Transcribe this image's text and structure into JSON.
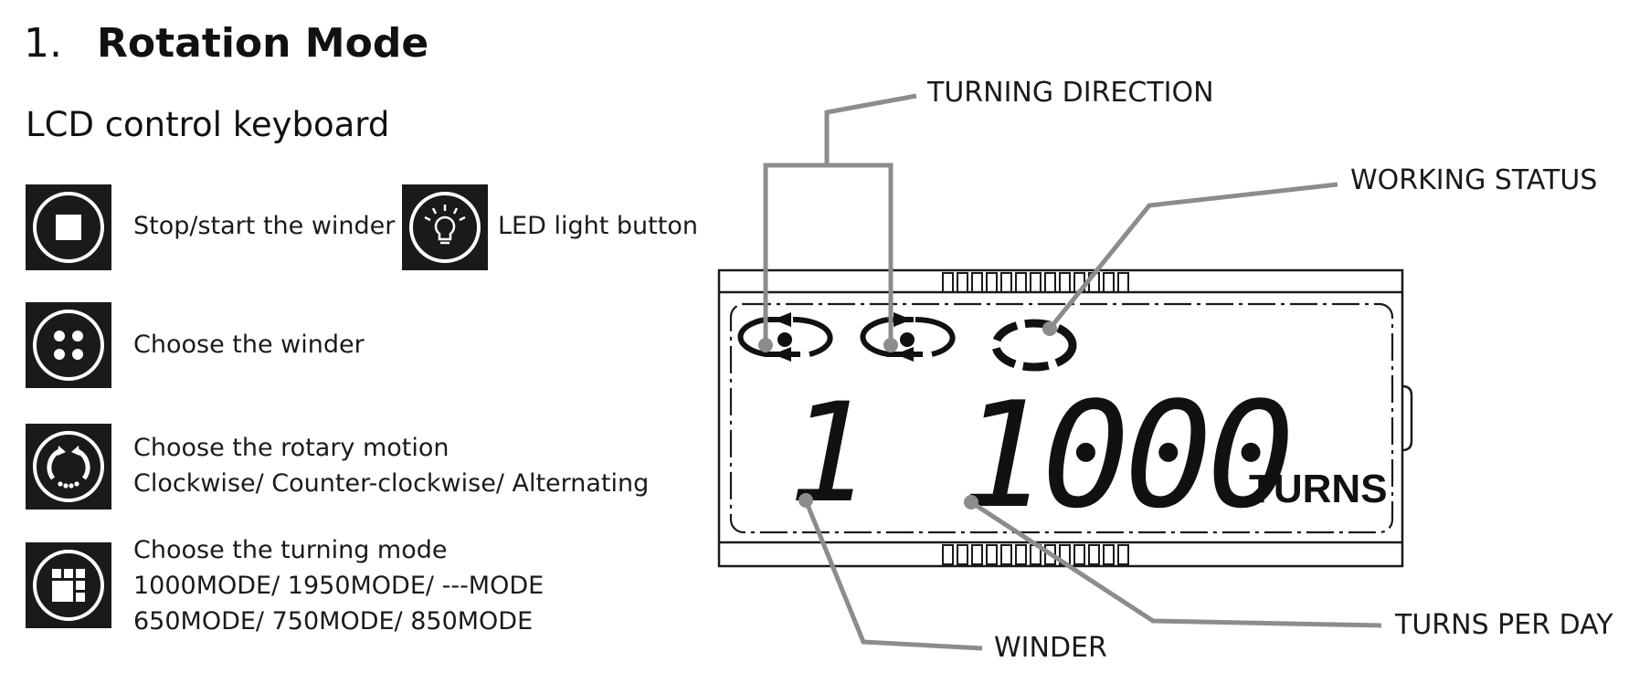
{
  "heading": {
    "number": "1.",
    "title": "Rotation Mode"
  },
  "subheading": "LCD control keyboard",
  "keys": [
    {
      "icon": "stop-icon",
      "lines": [
        "Stop/start the winder"
      ]
    },
    {
      "icon": "led-light-icon",
      "lines": [
        "LED light button"
      ]
    },
    {
      "icon": "four-dots-icon",
      "lines": [
        "Choose the winder"
      ]
    },
    {
      "icon": "rotation-icon",
      "lines": [
        "Choose the rotary motion",
        "Clockwise/ Counter-clockwise/ Alternating"
      ]
    },
    {
      "icon": "grid-icon",
      "lines": [
        "Choose the turning mode",
        "1000MODE/ 1950MODE/ ---MODE",
        "650MODE/ 750MODE/ 850MODE"
      ]
    }
  ],
  "lcd": {
    "winder_digit": "1",
    "turns_value": "1000",
    "turns_unit": "TURNS"
  },
  "callouts": {
    "turning_direction": "TURNING DIRECTION",
    "working_status": "WORKING STATUS",
    "winder": "WINDER",
    "turns_per_day": "TURNS PER DAY"
  },
  "colors": {
    "icon_bg": "#1a1a1a",
    "leader_line": "#8c8c8c",
    "lcd_outline": "#1a1a1a"
  }
}
